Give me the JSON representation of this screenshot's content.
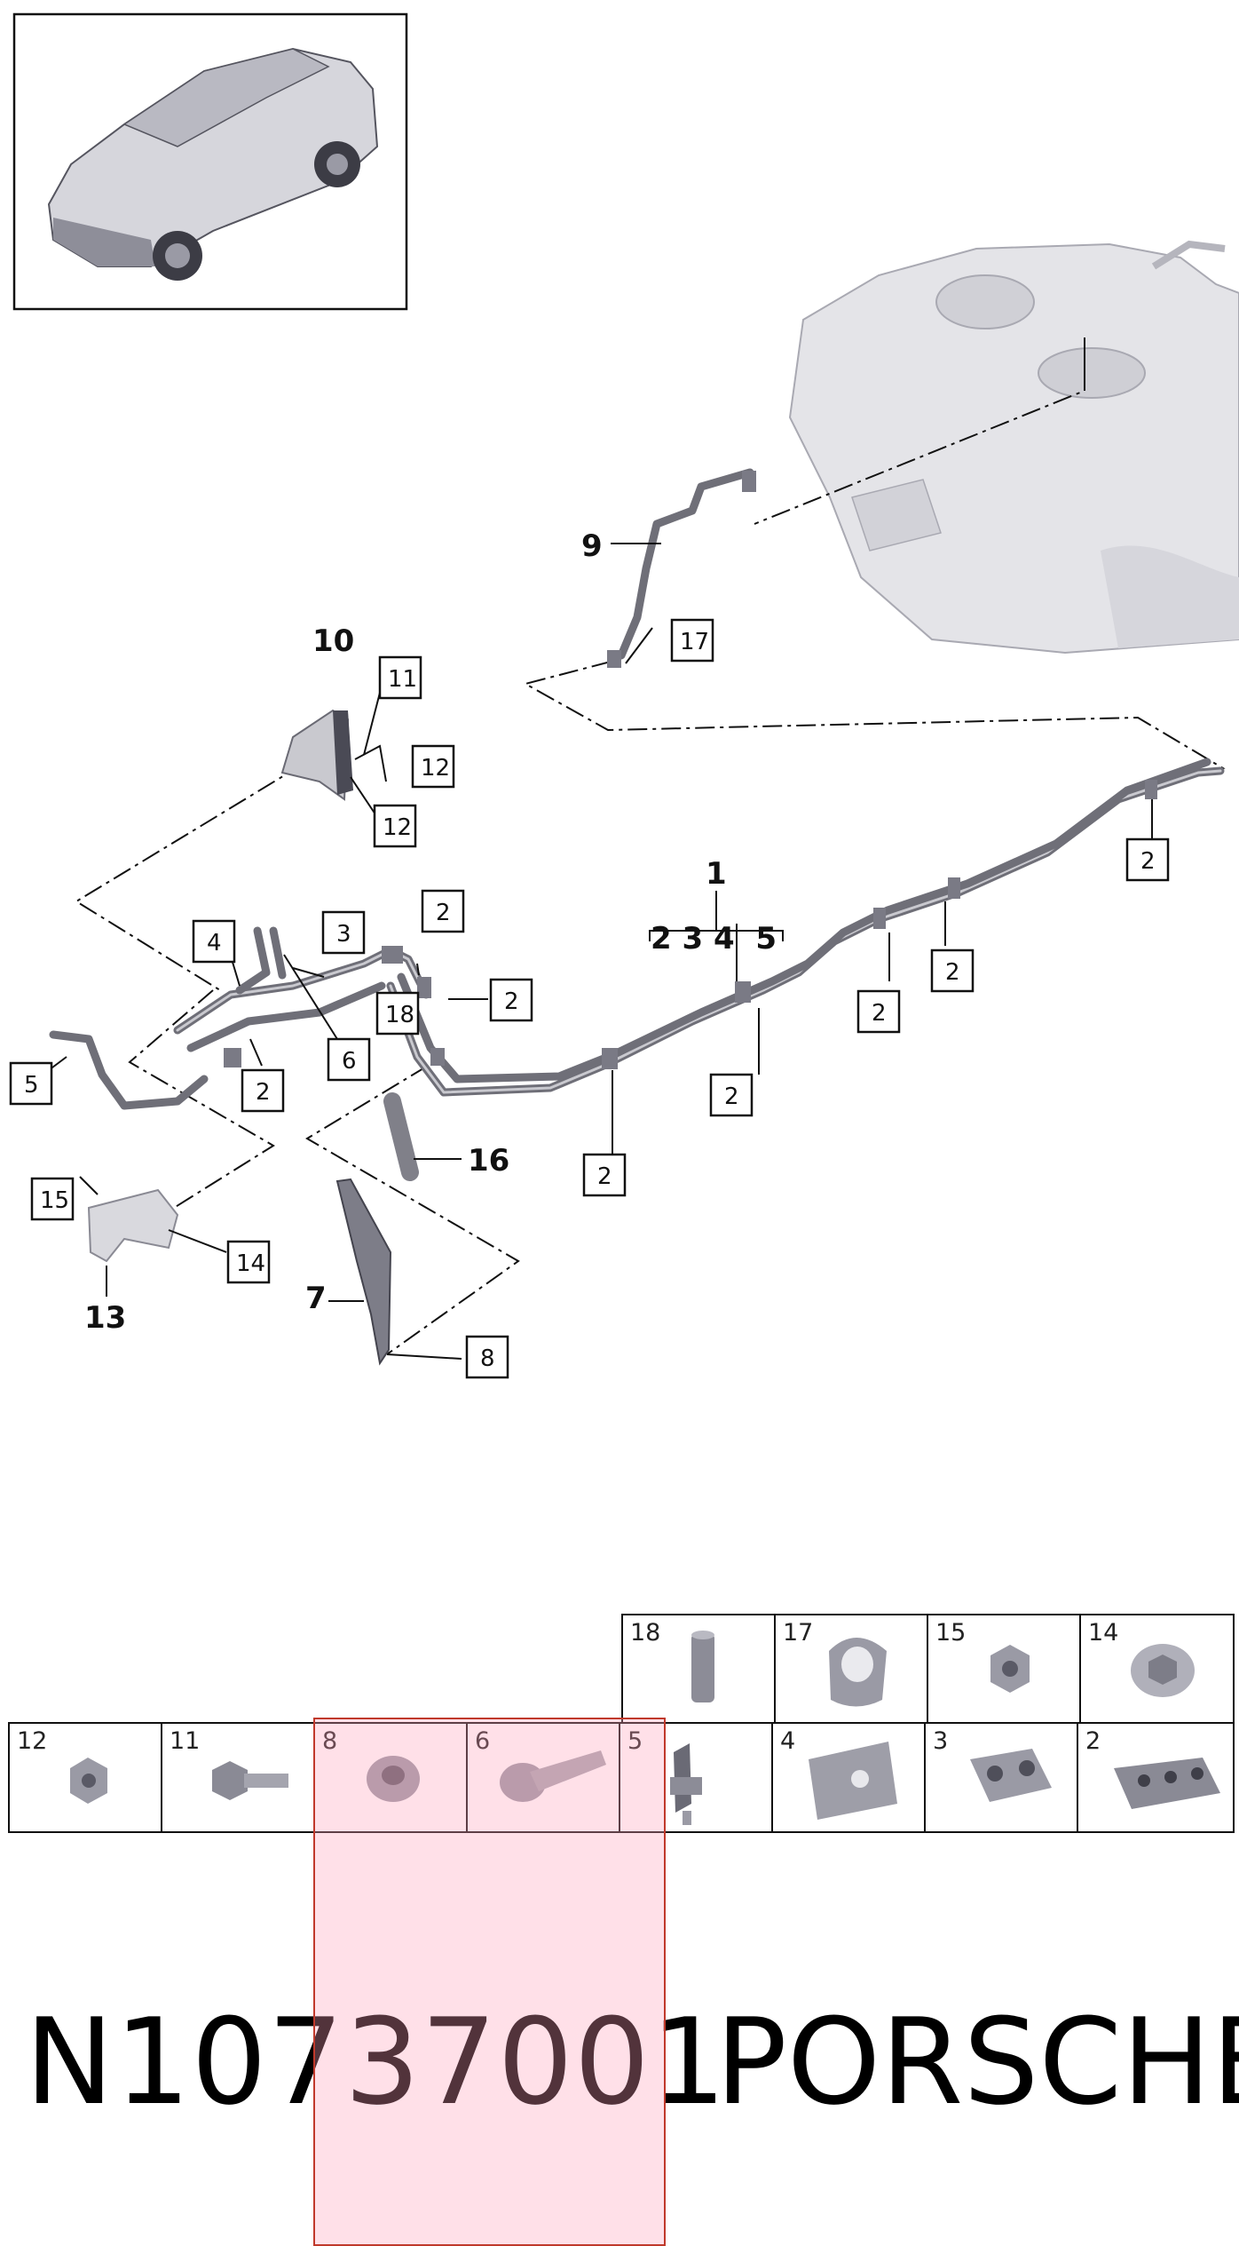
{
  "callouts": {
    "c11": "11",
    "c12a": "12",
    "c12b": "12",
    "c17": "17",
    "c2_topright": "2",
    "c4": "4",
    "c3": "3",
    "c2_a": "2",
    "c18": "18",
    "c2_b": "2",
    "c6": "6",
    "c5": "5",
    "c2_c": "2",
    "c2_d": "2",
    "c2_e": "2",
    "c2_f": "2",
    "c2_g": "2",
    "c15": "15",
    "c14": "14",
    "c8": "8"
  },
  "labels": {
    "l10": "10",
    "l9": "9",
    "l1": "1",
    "l1_sub": "2 3 4  5",
    "l16": "16",
    "l7": "7",
    "l13": "13"
  },
  "parts_top_row": [
    "18",
    "17",
    "15",
    "14"
  ],
  "parts_bottom_row": [
    "12",
    "11",
    "8",
    "6",
    "5",
    "4",
    "3",
    "2"
  ],
  "footer": {
    "part_code": "N10737001",
    "brand": "PORSCHE"
  },
  "colors": {
    "line": "#111111",
    "pipe": "#6f6f78",
    "part_metal": "#8a8a95",
    "highlight": "#ffa0b9"
  }
}
